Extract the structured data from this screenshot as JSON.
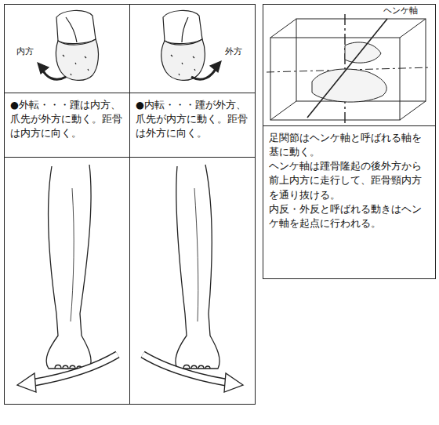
{
  "diagram": {
    "nodes": [
      {
        "text": [
          "●外転・・・踵は内方、爪先が外方に動く。距骨は内方に向く。"
        ]
      },
      {
        "text": [
          "●内転・・・踵が外方、爪先が内方に動く。距骨は外方に向く。"
        ]
      },
      {
        "text": [
          "足関節はヘンケ軸と呼ばれる軸を基に動く。",
          "ヘンケ軸は踵骨隆起の後外方から前上内方に走行して、距骨頸内方を通り抜ける。",
          "内反・外反と呼ばれる動きはヘンケ軸を起点に行われる。"
        ]
      }
    ],
    "labels": [
      "内方",
      "外方",
      "ヘンケ軸"
    ]
  }
}
